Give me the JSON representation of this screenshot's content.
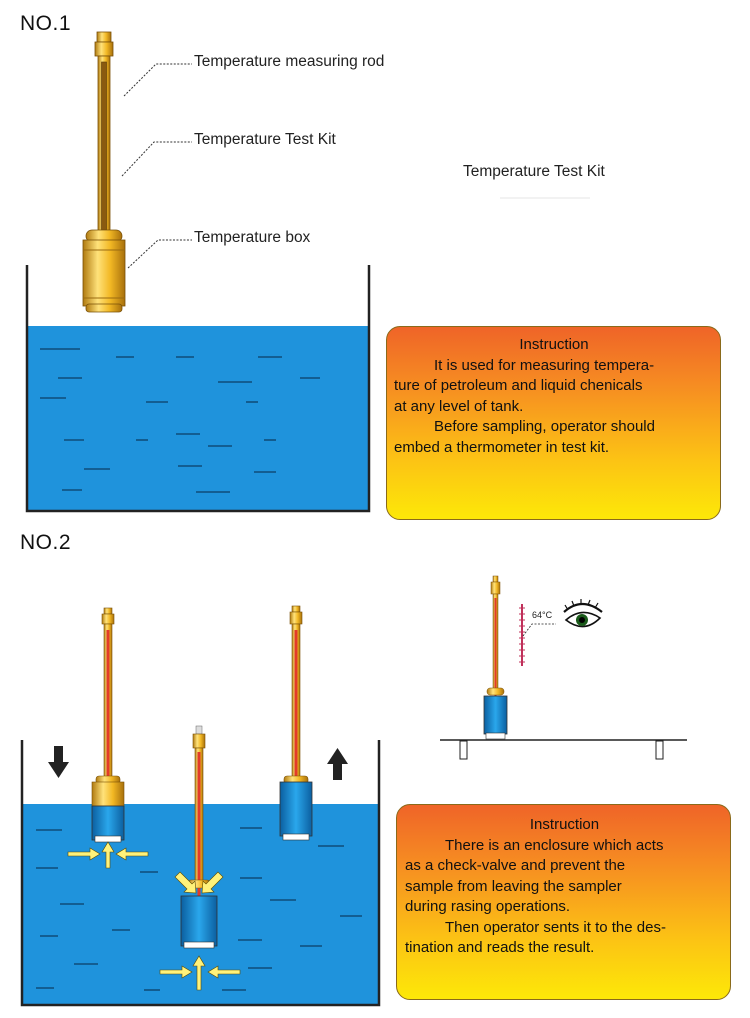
{
  "section1": {
    "heading": "NO.1",
    "labels": {
      "rod": "Temperature measuring rod",
      "kit": "Temperature Test Kit",
      "box": "Temperature box"
    },
    "side_title": "Temperature Test Kit",
    "instruction": {
      "title": "Instruction",
      "lines": [
        "It is used for measuring tempera-",
        "ture of petroleum and liquid chenicals",
        "at any level of tank.",
        "Before sampling, operator should",
        "embed a thermometer in test kit."
      ]
    }
  },
  "section2": {
    "heading": "NO.2",
    "thermometer_reading": "64°C",
    "instruction": {
      "title": "Instruction",
      "lines": [
        "There is an enclosure  which acts",
        "as a check-valve and prevent the",
        "sample from leaving the sampler",
        "during rasing operations.",
        "Then operator sents it to the des-",
        "tination and reads the result."
      ]
    }
  },
  "colors": {
    "water": "#1f93dc",
    "brass": "#f2b824",
    "box_gradient": [
      "#ef6428",
      "#fde808"
    ],
    "red_liquid": "#e23b2a"
  }
}
